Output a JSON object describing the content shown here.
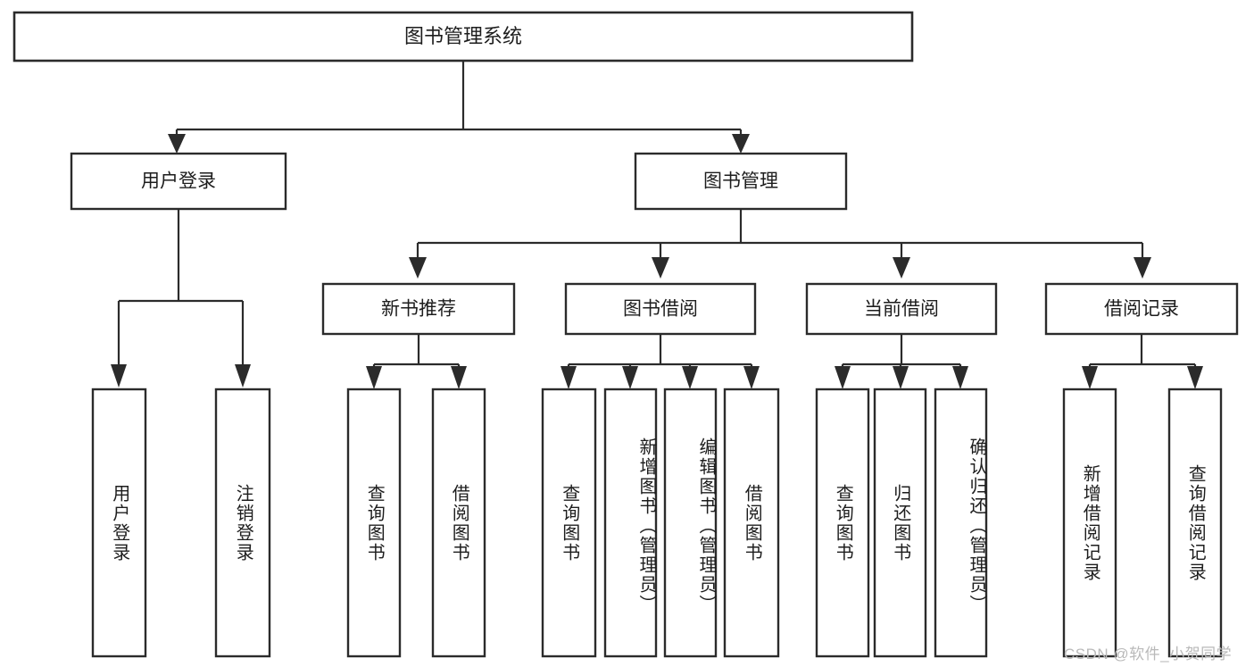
{
  "diagram": {
    "type": "tree-hierarchy",
    "title": "图书管理系统",
    "watermark": "CSDN @软件_小贺同学",
    "colors": {
      "stroke": "#2b2b2b",
      "fill": "#ffffff",
      "text": "#1d1d1d",
      "watermark": "#b9b9b9",
      "background": "#ffffff"
    },
    "root": {
      "label": "图书管理系统"
    },
    "level2": [
      {
        "label": "用户登录"
      },
      {
        "label": "图书管理"
      }
    ],
    "level3": [
      {
        "label": "新书推荐"
      },
      {
        "label": "图书借阅"
      },
      {
        "label": "当前借阅"
      },
      {
        "label": "借阅记录"
      }
    ],
    "leaves": {
      "user_login": [
        {
          "label": "用户登录"
        },
        {
          "label": "注销登录"
        }
      ],
      "new_book_recommend": [
        {
          "label": "查询图书"
        },
        {
          "label": "借阅图书"
        }
      ],
      "book_borrow": [
        {
          "label": "查询图书"
        },
        {
          "label": "新增图书（管理员）"
        },
        {
          "label": "编辑图书（管理员）"
        },
        {
          "label": "借阅图书"
        }
      ],
      "current_borrow": [
        {
          "label": "查询图书"
        },
        {
          "label": "归还图书"
        },
        {
          "label": "确认归还（管理员）"
        }
      ],
      "borrow_record": [
        {
          "label": "新增借阅记录"
        },
        {
          "label": "查询借阅记录"
        }
      ]
    }
  }
}
